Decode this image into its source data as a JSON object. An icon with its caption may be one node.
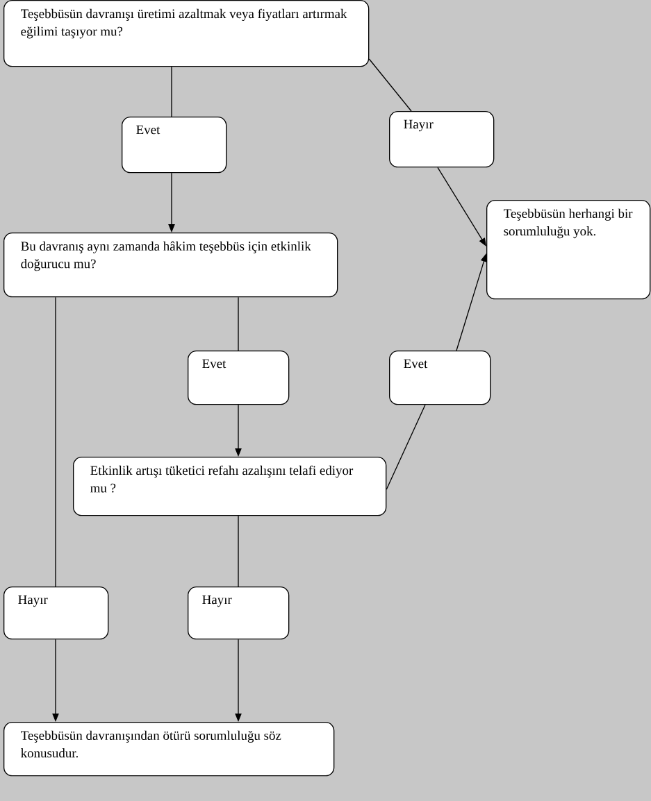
{
  "diagram": {
    "nodes": [
      {
        "text": [
          "Teşebbüsün davranışı üretimi azaltmak veya fiyatları artırmak eğilimi taşıyor mu?"
        ]
      },
      {
        "text": [
          "Evet"
        ]
      },
      {
        "text": [
          "Hayır"
        ]
      },
      {
        "text": [
          "Teşebbüsün herhangi bir sorumluluğu yok."
        ]
      },
      {
        "text": [
          "Bu davranış aynı zamanda hâkim teşebbüs için etkinlik doğurucu mu?"
        ]
      },
      {
        "text": [
          "Evet"
        ]
      },
      {
        "text": [
          "Evet"
        ]
      },
      {
        "text": [
          "Etkinlik artışı tüketici refahı azalışını telafi ediyor mu ?"
        ]
      },
      {
        "text": [
          "Hayır"
        ]
      },
      {
        "text": [
          "Hayır"
        ]
      },
      {
        "text": [
          "Teşebbüsün davranışından ötürü sorumluluğu söz konusudur."
        ]
      }
    ],
    "edges": [
      {
        "from": 0,
        "to": 1,
        "arrow": "none"
      },
      {
        "from": 1,
        "to": 4,
        "arrow": "to"
      },
      {
        "from": 0,
        "to": 2,
        "arrow": "none"
      },
      {
        "from": 2,
        "to": 3,
        "arrow": "to"
      },
      {
        "from": 4,
        "to": 5,
        "arrow": "none"
      },
      {
        "from": 5,
        "to": 7,
        "arrow": "to"
      },
      {
        "from": 7,
        "to": 6,
        "arrow": "none"
      },
      {
        "from": 6,
        "to": 3,
        "arrow": "to"
      },
      {
        "from": 4,
        "to": 8,
        "arrow": "none"
      },
      {
        "from": 8,
        "to": 10,
        "arrow": "to"
      },
      {
        "from": 7,
        "to": 9,
        "arrow": "none"
      },
      {
        "from": 9,
        "to": 10,
        "arrow": "to"
      }
    ]
  }
}
